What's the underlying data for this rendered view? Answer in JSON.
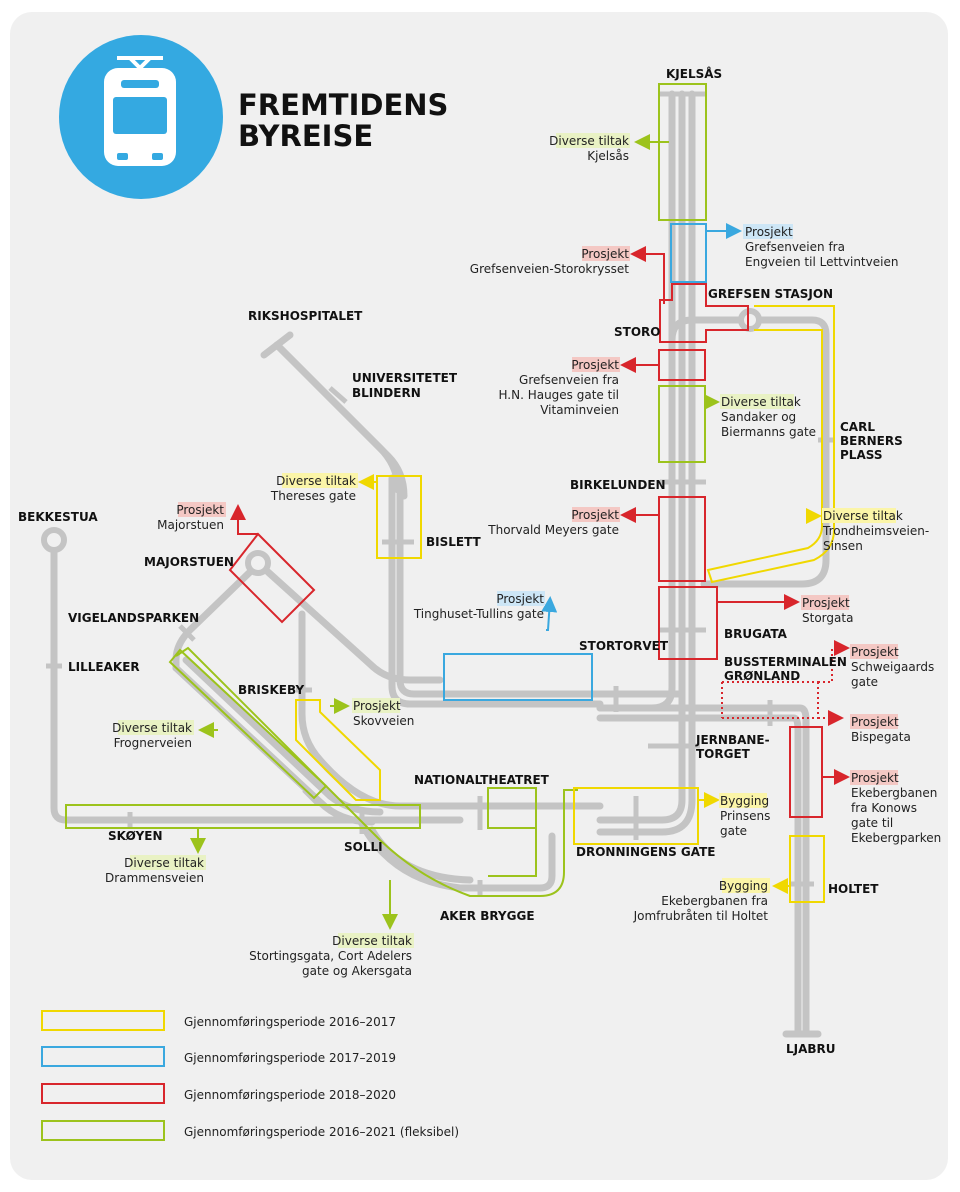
{
  "title": {
    "line1": "FREMTIDENS",
    "line2": "BYREISE"
  },
  "colors": {
    "yellow": "#fff200",
    "blue": "#3aa8df",
    "red": "#d8262c",
    "green": "#9cc31c",
    "track": "#c4c4c4",
    "badge_circle": "#34a9e1"
  },
  "stations": {
    "kjelsas": "KJELSÅS",
    "grefsen_stasjon": "GREFSEN STASJON",
    "storo": "STORO",
    "carl_1": "CARL",
    "carl_2": "BERNERS",
    "carl_3": "PLASS",
    "birkelunden": "BIRKELUNDEN",
    "brugata": "BRUGATA",
    "stortorvet": "STORTORVET",
    "bussterminalen_1": "BUSSTERMINALEN",
    "bussterminalen_2": "GRØNLAND",
    "jernbanetorget_1": "JERNBANE-",
    "jernbanetorget_2": "TORGET",
    "rikshospitalet": "RIKSHOSPITALET",
    "universitetet_1": "UNIVERSITETET",
    "universitetet_2": "BLINDERN",
    "bislett": "BISLETT",
    "bekkestua": "BEKKESTUA",
    "majorstuen": "MAJORSTUEN",
    "vigelandsparken": "VIGELANDSPARKEN",
    "lilleaker": "LILLEAKER",
    "briskeby": "BRISKEBY",
    "nationaltheatret": "NATIONALTHEATRET",
    "skoyen": "SKØYEN",
    "solli": "SOLLI",
    "dronningens_gate": "DRONNINGENS GATE",
    "aker_brygge": "AKER BRYGGE",
    "holtet": "HOLTET",
    "ljabru": "LJABRU"
  },
  "annotations": [
    {
      "id": "kjelsas",
      "tag": "Diverse tiltak",
      "lines": [
        "Kjelsås"
      ]
    },
    {
      "id": "grefsenveien_engveien",
      "tag": "Prosjekt",
      "lines": [
        "Grefsenveien fra",
        "Engveien til Lettvintveien"
      ]
    },
    {
      "id": "grefsenveien_storokrysset",
      "tag": "Prosjekt",
      "lines": [
        "Grefsenveien-Storokrysset"
      ]
    },
    {
      "id": "grefsenveien_hn",
      "tag": "Prosjekt",
      "lines": [
        "Grefsenveien fra",
        "H.N. Hauges gate til",
        "Vitaminveien"
      ]
    },
    {
      "id": "sandaker",
      "tag": "Diverse tiltak",
      "lines": [
        "Sandaker og",
        "Biermanns gate"
      ]
    },
    {
      "id": "thorvald",
      "tag": "Prosjekt",
      "lines": [
        "Thorvald Meyers gate"
      ]
    },
    {
      "id": "trondheimsveien",
      "tag": "Diverse tiltak",
      "lines": [
        "Trondheimsveien-",
        "Sinsen"
      ]
    },
    {
      "id": "storgata",
      "tag": "Prosjekt",
      "lines": [
        "Storgata"
      ]
    },
    {
      "id": "tinghuset",
      "tag": "Prosjekt",
      "lines": [
        "Tinghuset-Tullins gate"
      ]
    },
    {
      "id": "schweigaards",
      "tag": "Prosjekt",
      "lines": [
        "Schweigaards",
        "gate"
      ]
    },
    {
      "id": "bispegata",
      "tag": "Prosjekt",
      "lines": [
        "Bispegata"
      ]
    },
    {
      "id": "ekebergbanen_konows",
      "tag": "Prosjekt",
      "lines": [
        "Ekebergbanen",
        "fra Konows",
        "gate til",
        "Ekebergparken"
      ]
    },
    {
      "id": "prinsens",
      "tag": "Bygging",
      "lines": [
        "Prinsens",
        "gate"
      ]
    },
    {
      "id": "ekebergbanen_holtet",
      "tag": "Bygging",
      "lines": [
        "Ekebergbanen fra",
        "Jomfrubråten til Holtet"
      ]
    },
    {
      "id": "theresesgate",
      "tag": "Diverse tiltak",
      "lines": [
        "Thereses gate"
      ]
    },
    {
      "id": "majorstuen",
      "tag": "Prosjekt",
      "lines": [
        "Majorstuen"
      ]
    },
    {
      "id": "skovveien",
      "tag": "Prosjekt",
      "lines": [
        "Skovveien"
      ]
    },
    {
      "id": "frognerveien",
      "tag": "Diverse tiltak",
      "lines": [
        "Frognerveien"
      ]
    },
    {
      "id": "drammensveien",
      "tag": "Diverse tiltak",
      "lines": [
        "Drammensveien"
      ]
    },
    {
      "id": "stortingsgata",
      "tag": "Diverse tiltak",
      "lines": [
        "Stortingsgata, Cort Adelers",
        "gate og Akersgata"
      ]
    }
  ],
  "legend": [
    {
      "label": "Gjennomføringsperiode 2016–2017",
      "color": "#fff200"
    },
    {
      "label": "Gjennomføringsperiode 2017–2019",
      "color": "#3aa8df"
    },
    {
      "label": "Gjennomføringsperiode 2018–2020",
      "color": "#d8262c"
    },
    {
      "label": "Gjennomføringsperiode 2016–2021 (fleksibel)",
      "color": "#9cc31c"
    }
  ]
}
